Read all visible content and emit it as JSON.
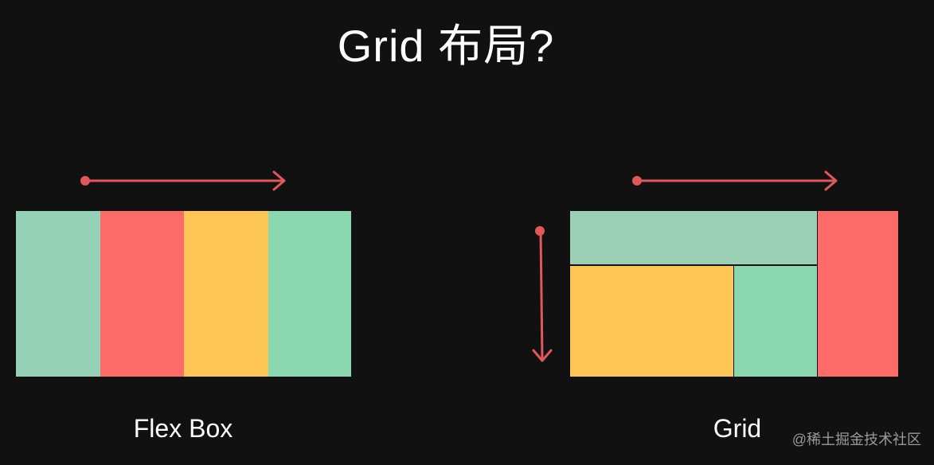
{
  "title": "Grid 布局?",
  "flex_box": {
    "caption": "Flex Box",
    "cells": [
      {
        "name": "flex-cell-1",
        "color": "#95d1b6"
      },
      {
        "name": "flex-cell-2",
        "color": "#fd6b69"
      },
      {
        "name": "flex-cell-3",
        "color": "#fec656"
      },
      {
        "name": "flex-cell-4",
        "color": "#8ad7b0"
      }
    ]
  },
  "grid": {
    "caption": "Grid",
    "cells": [
      {
        "name": "grid-cell-top-wide",
        "color": "#9bd0b6"
      },
      {
        "name": "grid-cell-right-tall",
        "color": "#fd6b69"
      },
      {
        "name": "grid-cell-bottom-left",
        "color": "#fec656"
      },
      {
        "name": "grid-cell-bottom-middle",
        "color": "#8ad7b0"
      }
    ]
  },
  "arrow_color": "#e2585a",
  "watermark": "@稀土掘金技术社区"
}
